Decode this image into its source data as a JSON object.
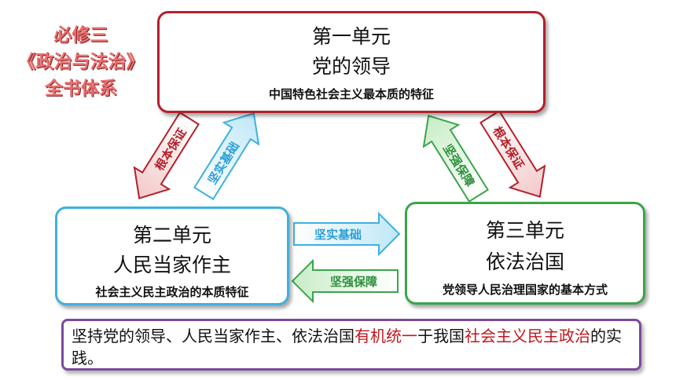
{
  "title": {
    "line1": "必修三",
    "line2": "《政治与法治》",
    "line3": "全书体系"
  },
  "unit1": {
    "heading": "第一单元",
    "name": "党的领导",
    "desc": "中国特色社会主义最本质的特征"
  },
  "unit2": {
    "heading": "第二单元",
    "name": "人民当家作主",
    "desc": "社会主义民主政治的本质特征"
  },
  "unit3": {
    "heading": "第三单元",
    "name": "依法治国",
    "desc": "党领导人民治理国家的基本方式"
  },
  "arrows": {
    "left_down": "根本保证",
    "left_up": "坚实基础",
    "right_up": "坚强保障",
    "right_down": "根本保证",
    "middle_right": "坚实基础",
    "middle_left": "坚强保障"
  },
  "summary": {
    "part1": "坚持党的领导、人民当家作主、依法治国",
    "part2": "有机统一",
    "part3": "于我国",
    "part4": "社会主义民主政治",
    "part5": "的实践。"
  },
  "colors": {
    "red": "#b3202a",
    "blue": "#3fb0e0",
    "green": "#3aa54a",
    "purple": "#7a4a9c"
  }
}
